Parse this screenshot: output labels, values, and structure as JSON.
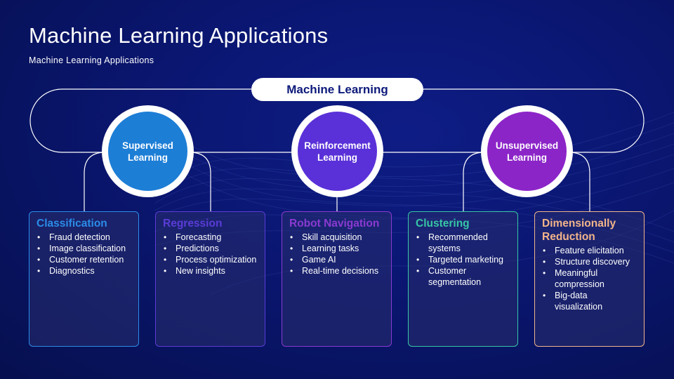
{
  "title": "Machine Learning Applications",
  "subtitle": "Machine Learning Applications",
  "root": "Machine Learning",
  "colors": {
    "supervised": "#1d7ed6",
    "reinforcement": "#5a31d8",
    "unsupervised": "#8c25c8",
    "classification": "#2b8ce8",
    "regression": "#5b3cd6",
    "robot_navigation": "#8a3ad1",
    "clustering": "#37c6a6",
    "dimensionally_reduction": "#f2b48a"
  },
  "categories": [
    {
      "label": "Supervised Learning",
      "line1": "Supervised",
      "line2": "Learning"
    },
    {
      "label": "Reinforcement Learning",
      "line1": "Reinforcement",
      "line2": "Learning"
    },
    {
      "label": "Unsupervised Learning",
      "line1": "Unsupervised",
      "line2": "Learning"
    }
  ],
  "cards": [
    {
      "title": "Classification",
      "items": [
        "Fraud detection",
        "Image classification",
        "Customer retention",
        "Diagnostics"
      ]
    },
    {
      "title": "Regression",
      "items": [
        "Forecasting",
        "Predictions",
        "Process optimization",
        "New insights"
      ]
    },
    {
      "title": "Robot Navigation",
      "items": [
        "Skill acquisition",
        "Learning tasks",
        "Game AI",
        "Real-time decisions"
      ]
    },
    {
      "title": "Clustering",
      "items": [
        "Recommended systems",
        "Targeted marketing",
        "Customer segmentation"
      ]
    },
    {
      "title": "Dimensionally Reduction",
      "items": [
        "Feature elicitation",
        "Structure discovery",
        "Meaningful compression",
        "Big-data visualization"
      ]
    }
  ]
}
